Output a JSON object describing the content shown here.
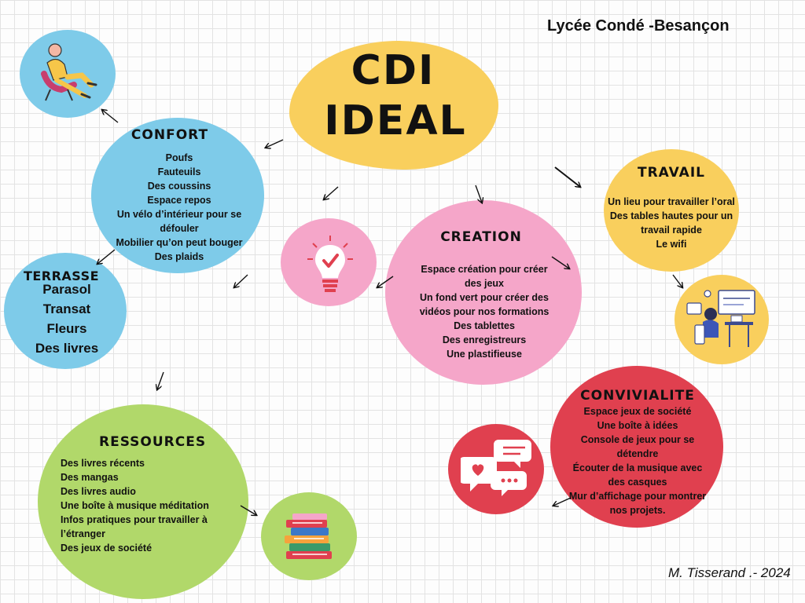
{
  "header": {
    "school": "Lycée Condé -Besançon"
  },
  "footer": {
    "author": "M. Tisserand .- 2024"
  },
  "title": {
    "line1": "CDI",
    "line2": "IDEAL"
  },
  "confort": {
    "title": "CONFORT",
    "items": [
      "Poufs",
      "Fauteuils",
      "Des coussins",
      "Espace repos",
      "Un vélo d’intérieur pour se",
      "défouler",
      "Mobilier qu’on peut bouger",
      "Des plaids"
    ]
  },
  "terrasse": {
    "title": "TERRASSE",
    "items": [
      "Parasol",
      "Transat",
      "Fleurs",
      "Des livres"
    ]
  },
  "travail": {
    "title": "TRAVAIL",
    "items": [
      "Un lieu pour travailler l’oral",
      "Des tables hautes pour un",
      "travail rapide",
      "Le wifi"
    ]
  },
  "creation": {
    "title": "CREATION",
    "items": [
      "Espace création pour créer",
      "des jeux",
      "Un fond vert pour créer des",
      "vidéos pour nos formations",
      "Des tablettes",
      "Des enregistreurs",
      "Une plastifieuse"
    ]
  },
  "ressources": {
    "title": "RESSOURCES",
    "items": [
      "Des livres récents",
      "Des mangas",
      "Des livres audio",
      "Une boîte à musique méditation",
      "Infos pratiques pour travailler à",
      "l’étranger",
      "Des jeux de société"
    ]
  },
  "convivialite": {
    "title": "CONVIVIALITE",
    "items": [
      "Espace jeux de société",
      "Une boîte à idées",
      "Console de jeux pour se",
      "détendre",
      "Écouter de la musique avec",
      "des casques",
      "Mur d’affichage pour montrer",
      "nos projets."
    ]
  },
  "colors": {
    "yellow": "#f9cf5d",
    "blue": "#7ecbe9",
    "pink": "#f5a6c9",
    "green": "#b1d86a",
    "red": "#e0404f"
  }
}
